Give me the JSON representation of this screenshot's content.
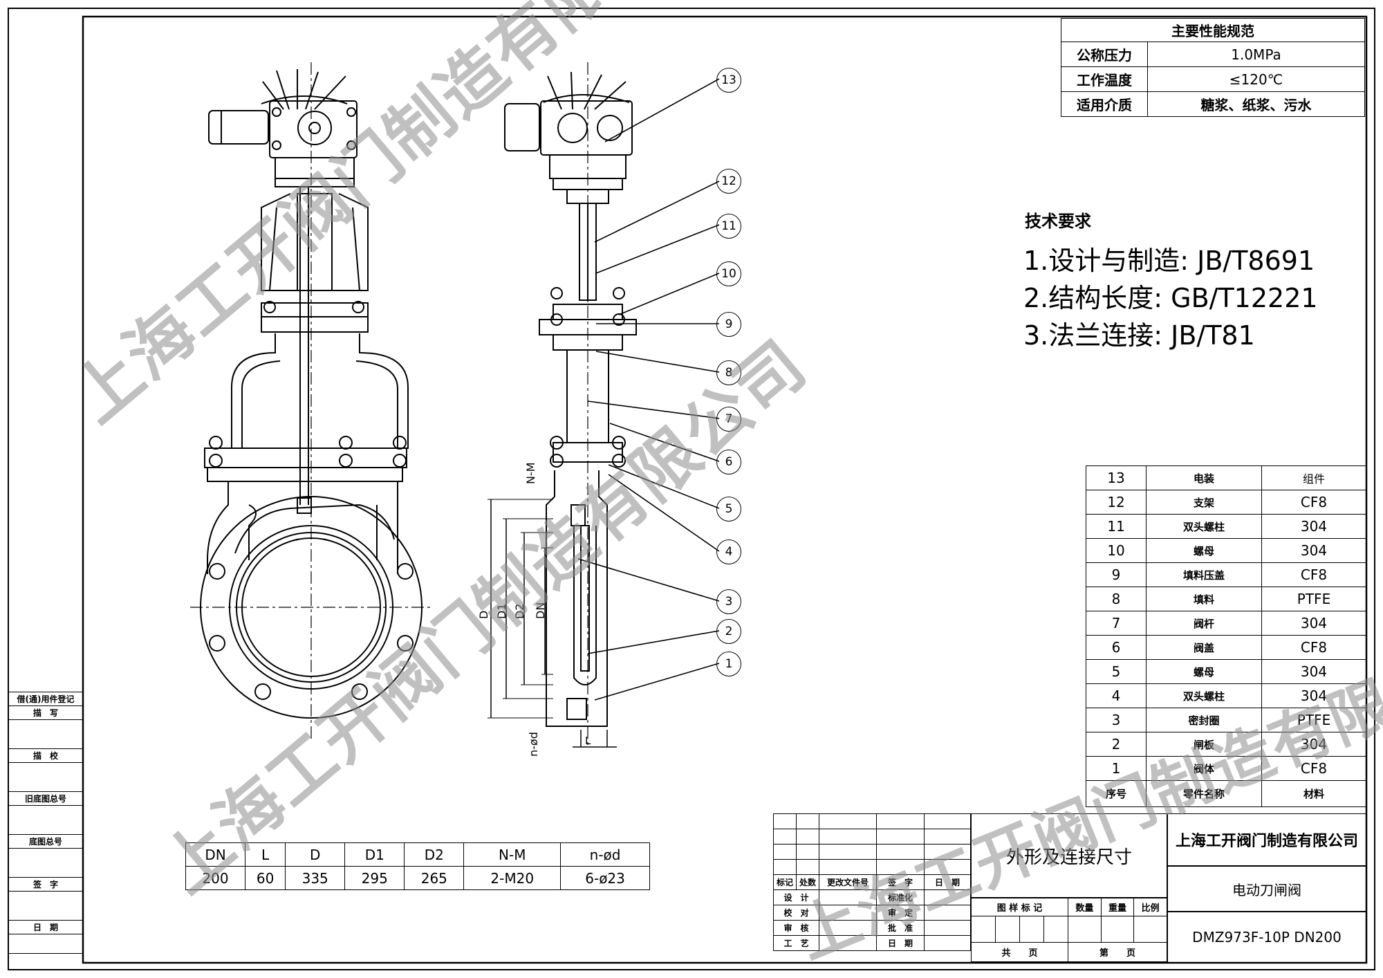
{
  "performance": {
    "title": "主要性能规范",
    "rows": [
      {
        "label": "公称压力",
        "value": "1.0MPa"
      },
      {
        "label": "工作温度",
        "value": "≤120℃"
      },
      {
        "label": "适用介质",
        "value": "糖浆、纸浆、污水"
      }
    ]
  },
  "tech_requirements": {
    "title": "技术要求",
    "items": [
      "1.设计与制造: JB/T8691",
      "2.结构长度: GB/T12221",
      "3.法兰连接: JB/T81"
    ]
  },
  "callouts": [
    "13",
    "12",
    "11",
    "10",
    "9",
    "8",
    "7",
    "6",
    "5",
    "4",
    "3",
    "2",
    "1"
  ],
  "dimension_labels": {
    "nm": "N-M",
    "d": "D",
    "d1": "D1",
    "d2": "D2",
    "dn": "DN",
    "nd": "n-ød",
    "l": "L"
  },
  "parts": {
    "rows": [
      {
        "no": "13",
        "name": "电装",
        "material": "组件"
      },
      {
        "no": "12",
        "name": "支架",
        "material": "CF8"
      },
      {
        "no": "11",
        "name": "双头螺柱",
        "material": "304"
      },
      {
        "no": "10",
        "name": "螺母",
        "material": "304"
      },
      {
        "no": "9",
        "name": "填料压盖",
        "material": "CF8"
      },
      {
        "no": "8",
        "name": "填料",
        "material": "PTFE"
      },
      {
        "no": "7",
        "name": "阀杆",
        "material": "304"
      },
      {
        "no": "6",
        "name": "阀盖",
        "material": "CF8"
      },
      {
        "no": "5",
        "name": "螺母",
        "material": "304"
      },
      {
        "no": "4",
        "name": "双头螺柱",
        "material": "304"
      },
      {
        "no": "3",
        "name": "密封圈",
        "material": "PTFE"
      },
      {
        "no": "2",
        "name": "闸板",
        "material": "304"
      },
      {
        "no": "1",
        "name": "阀体",
        "material": "CF8"
      }
    ],
    "header": {
      "no": "序号",
      "name": "零件名称",
      "material": "材料"
    }
  },
  "dimensions": {
    "headers": [
      "DN",
      "L",
      "D",
      "D1",
      "D2",
      "N-M",
      "n-ød"
    ],
    "values": [
      "200",
      "60",
      "335",
      "295",
      "265",
      "2-M20",
      "6-ø23"
    ]
  },
  "left_strip": {
    "items": [
      "借(通)用件登记",
      "描　写",
      "描　校",
      "旧底图总号",
      "底图总号",
      "签　字",
      "日　期"
    ]
  },
  "title_block": {
    "company": "上海工开阀门制造有限公司",
    "drawing_title": "外形及连接尺寸",
    "product_name": "电动刀闸阀",
    "drawing_no": "DMZ973F-10P DN200",
    "rev_labels": [
      "标记",
      "处数",
      "更改文件号",
      "签　字",
      "日　期"
    ],
    "left_labels": [
      "设　计",
      "校　对",
      "审　核",
      "工　艺"
    ],
    "right_labels": [
      "标准化",
      "审　定",
      "批　准",
      "日　期"
    ],
    "stage_labels": [
      "图 样 标 记",
      "数量",
      "重量",
      "比例"
    ],
    "sheet_labels": [
      "共　　页",
      "第　　页"
    ]
  },
  "watermark": "上海工开阀门制造有限公司"
}
